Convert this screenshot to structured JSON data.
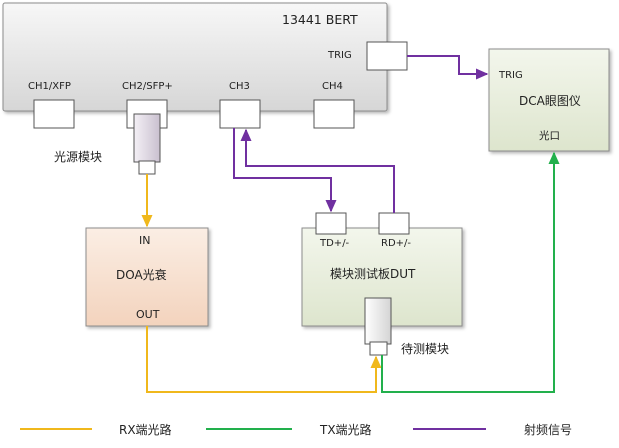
{
  "bert": {
    "title": "13441 BERT",
    "trig": "TRIG",
    "ports": [
      "CH1/XFP",
      "CH2/SFP+",
      "CH3",
      "CH4"
    ]
  },
  "dca": {
    "trig": "TRIG",
    "title": "DCA眼图仪",
    "optical_port": "光口"
  },
  "light_source_label": "光源模块",
  "doa": {
    "in": "IN",
    "title": "DOA光衰",
    "out": "OUT"
  },
  "dut_board": {
    "td": "TD+/-",
    "rd": "RD+/-",
    "title": "模块测试板DUT"
  },
  "dut_module_label": "待测模块",
  "legend": {
    "rx": "RX端光路",
    "tx": "TX端光路",
    "rf": "射频信号"
  },
  "colors": {
    "rx": "#f0b81c",
    "tx": "#22b04c",
    "rf": "#7030a0"
  }
}
